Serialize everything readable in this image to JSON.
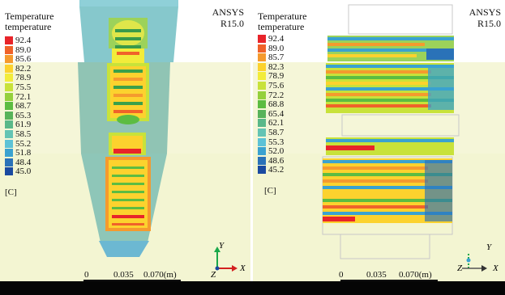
{
  "left_panel": {
    "legend_title_line1": "Temperature",
    "legend_title_line2": "temperature",
    "legend_values": [
      "92.4",
      "89.0",
      "85.6",
      "82.2",
      "78.9",
      "75.5",
      "72.1",
      "68.7",
      "65.3",
      "61.9",
      "58.5",
      "55.2",
      "51.8",
      "48.4",
      "45.0"
    ],
    "unit": "[C]",
    "brand_line1": "ANSYS",
    "brand_line2": "R15.0",
    "scale_labels": [
      "0",
      "0.035",
      "0.070(m)"
    ],
    "axis_y": "Y",
    "axis_x": "X",
    "axis_z": "Z"
  },
  "right_panel": {
    "legend_title_line1": "Temperature",
    "legend_title_line2": "temperature",
    "legend_values": [
      "92.4",
      "89.0",
      "85.7",
      "82.3",
      "78.9",
      "75.6",
      "72.2",
      "68.8",
      "65.4",
      "62.1",
      "58.7",
      "55.3",
      "52.0",
      "48.6",
      "45.2"
    ],
    "unit": "[C]",
    "brand_line1": "ANSYS",
    "brand_line2": "R15.0",
    "scale_labels": [
      "0",
      "0.035",
      "0.070(m)"
    ],
    "axis_y": "Y",
    "axis_x": "X",
    "axis_z": "Z"
  },
  "legend_colors": [
    "#e8242a",
    "#f0622a",
    "#f59a2e",
    "#fcd22e",
    "#f2ec3a",
    "#c8e23a",
    "#94d03c",
    "#5cbc42",
    "#58b35a",
    "#5ab889",
    "#64c4b4",
    "#5cc2d6",
    "#3aa2d0",
    "#2a72b8",
    "#1a4aa0"
  ]
}
